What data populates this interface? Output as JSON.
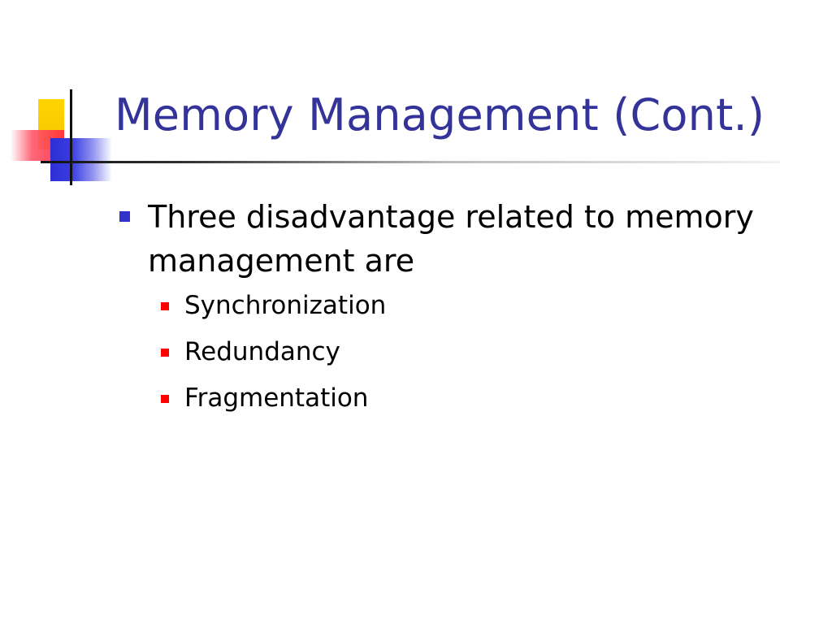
{
  "slide": {
    "title": "Memory Management (Cont.)",
    "bullets": [
      {
        "text": "Three disadvantage related to memory management are",
        "sub_bullets": [
          "Synchronization",
          "Redundancy",
          "Fragmentation"
        ]
      }
    ]
  },
  "colors": {
    "title": "#333399",
    "bullet_level1": "#3333cc",
    "bullet_level2": "#ff0000",
    "logo_yellow": "#ffd500",
    "logo_red": "#ff2a40",
    "logo_blue": "#2d2fd6"
  }
}
